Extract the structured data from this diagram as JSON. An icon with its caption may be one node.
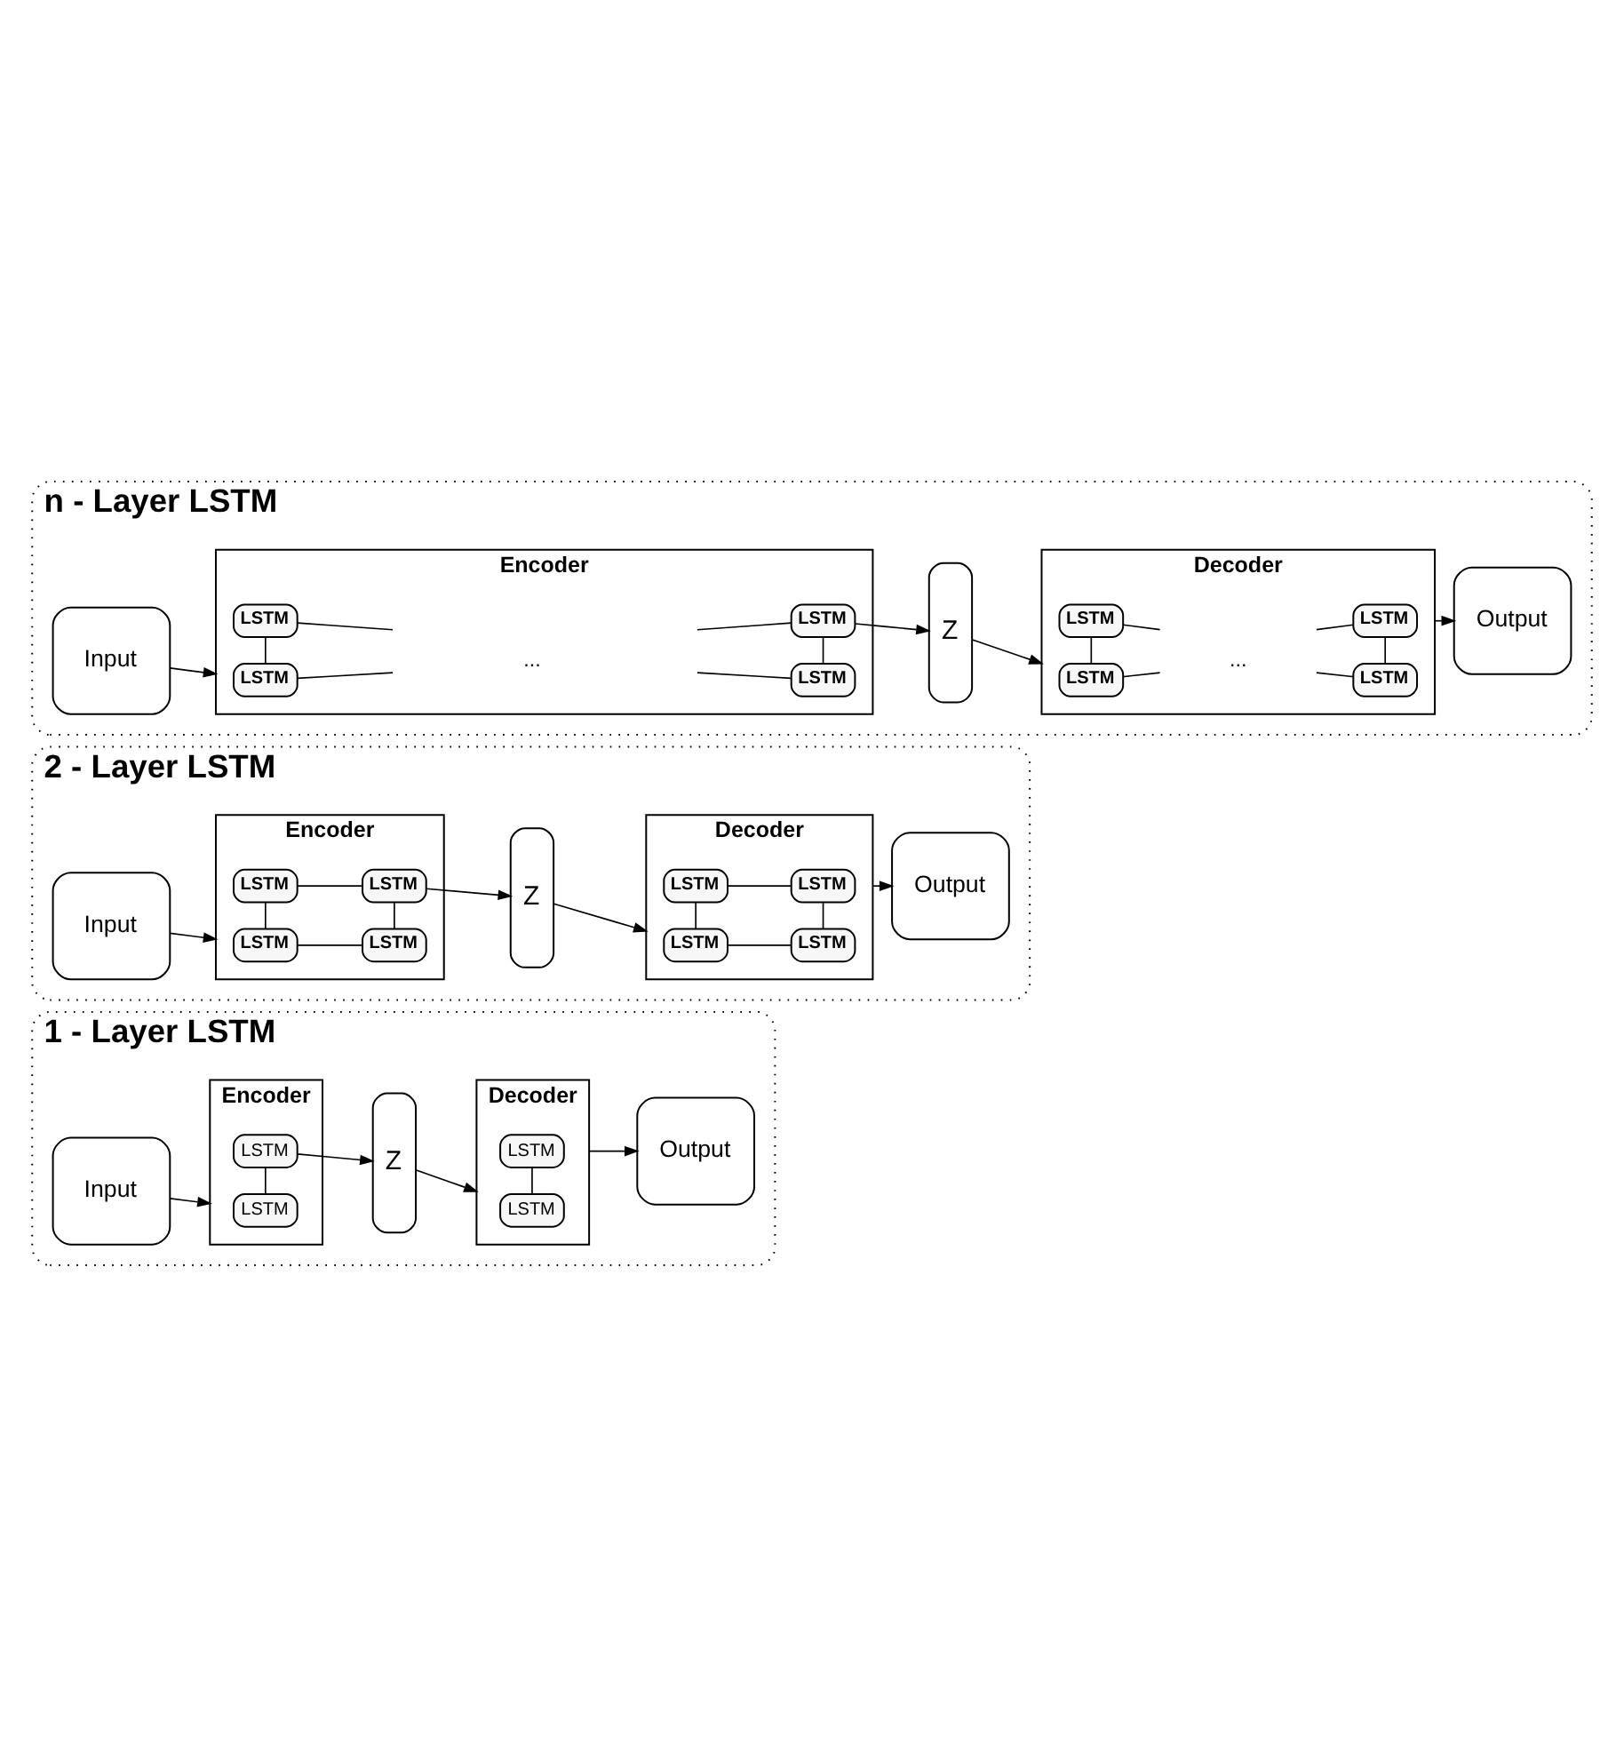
{
  "diagram": {
    "nodes": [
      {
        "text": [
          "1 - Layer LSTM"
        ]
      },
      {
        "text": [
          "Input"
        ],
        "in": 0
      },
      {
        "text": [
          "Encoder"
        ],
        "in": 0
      },
      {
        "text": [
          "LSTM"
        ],
        "in": 2
      },
      {
        "text": [
          "LSTM"
        ],
        "in": 2
      },
      {
        "text": [
          "Z"
        ],
        "in": 0
      },
      {
        "text": [
          "Decoder"
        ],
        "in": 0
      },
      {
        "text": [
          "LSTM"
        ],
        "in": 6
      },
      {
        "text": [
          "LSTM"
        ],
        "in": 6
      },
      {
        "text": [
          "Output"
        ],
        "in": 0
      },
      {
        "text": [
          "2 - Layer LSTM"
        ]
      },
      {
        "text": [
          "Input"
        ],
        "in": 10
      },
      {
        "text": [
          "Encoder"
        ],
        "in": 10
      },
      {
        "text": [
          "LSTM"
        ],
        "in": 12
      },
      {
        "text": [
          "LSTM"
        ],
        "in": 12
      },
      {
        "text": [
          "LSTM"
        ],
        "in": 12
      },
      {
        "text": [
          "LSTM"
        ],
        "in": 12
      },
      {
        "text": [
          "Z"
        ],
        "in": 10
      },
      {
        "text": [
          "Decoder"
        ],
        "in": 10
      },
      {
        "text": [
          "LSTM"
        ],
        "in": 18
      },
      {
        "text": [
          "LSTM"
        ],
        "in": 18
      },
      {
        "text": [
          "LSTM"
        ],
        "in": 18
      },
      {
        "text": [
          "LSTM"
        ],
        "in": 18
      },
      {
        "text": [
          "Output"
        ],
        "in": 10
      },
      {
        "text": [
          "n - Layer LSTM"
        ]
      },
      {
        "text": [
          "Input"
        ],
        "in": 24
      },
      {
        "text": [
          "Encoder"
        ],
        "in": 24
      },
      {
        "text": [
          "LSTM"
        ],
        "in": 26
      },
      {
        "text": [
          "LSTM"
        ],
        "in": 26
      },
      {
        "text": [
          "LSTM"
        ],
        "in": 26
      },
      {
        "text": [
          "LSTM"
        ],
        "in": 26
      },
      {
        "text": [
          "Z"
        ],
        "in": 24
      },
      {
        "text": [
          "Decoder"
        ],
        "in": 24
      },
      {
        "text": [
          "LSTM"
        ],
        "in": 32
      },
      {
        "text": [
          "LSTM"
        ],
        "in": 32
      },
      {
        "text": [
          "LSTM"
        ],
        "in": 32
      },
      {
        "text": [
          "LSTM"
        ],
        "in": 32
      },
      {
        "text": [
          "Output"
        ],
        "in": 24
      }
    ],
    "edges": [
      {
        "from": 1,
        "to": 2,
        "arrow": "to"
      },
      {
        "from": 3,
        "to": 4,
        "arrow": "none"
      },
      {
        "from": 4,
        "to": 5,
        "arrow": "to"
      },
      {
        "from": 5,
        "to": 6,
        "arrow": "to"
      },
      {
        "from": 7,
        "to": 8,
        "arrow": "none"
      },
      {
        "from": 6,
        "to": 9,
        "arrow": "to"
      },
      {
        "from": 11,
        "to": 12,
        "arrow": "to"
      },
      {
        "from": 13,
        "to": 14,
        "arrow": "none"
      },
      {
        "from": 13,
        "to": 15,
        "arrow": "none"
      },
      {
        "from": 14,
        "to": 16,
        "arrow": "none"
      },
      {
        "from": 15,
        "to": 16,
        "arrow": "none"
      },
      {
        "from": 16,
        "to": 17,
        "arrow": "to"
      },
      {
        "from": 17,
        "to": 18,
        "arrow": "to"
      },
      {
        "from": 19,
        "to": 20,
        "arrow": "none"
      },
      {
        "from": 19,
        "to": 21,
        "arrow": "none"
      },
      {
        "from": 20,
        "to": 22,
        "arrow": "none"
      },
      {
        "from": 21,
        "to": 22,
        "arrow": "none"
      },
      {
        "from": 18,
        "to": 23,
        "arrow": "to"
      },
      {
        "from": 25,
        "to": 26,
        "arrow": "to"
      },
      {
        "from": 27,
        "to": null,
        "arrow": "none"
      },
      {
        "from": null,
        "to": 28,
        "arrow": "none"
      },
      {
        "from": 27,
        "to": 29,
        "arrow": "none"
      },
      {
        "from": 28,
        "to": 30,
        "arrow": "none"
      },
      {
        "from": 29,
        "to": null,
        "arrow": "none"
      },
      {
        "from": null,
        "to": 30,
        "arrow": "none"
      },
      {
        "from": 30,
        "to": 31,
        "arrow": "to"
      },
      {
        "from": 31,
        "to": 32,
        "arrow": "to"
      },
      {
        "from": 33,
        "to": null,
        "arrow": "none"
      },
      {
        "from": null,
        "to": 34,
        "arrow": "none"
      },
      {
        "from": 33,
        "to": 35,
        "arrow": "none"
      },
      {
        "from": 34,
        "to": 36,
        "arrow": "none"
      },
      {
        "from": 35,
        "to": null,
        "arrow": "none"
      },
      {
        "from": null,
        "to": 36,
        "arrow": "none"
      },
      {
        "from": 32,
        "to": 37,
        "arrow": "to"
      }
    ],
    "labels": [
      "...",
      "..."
    ]
  }
}
